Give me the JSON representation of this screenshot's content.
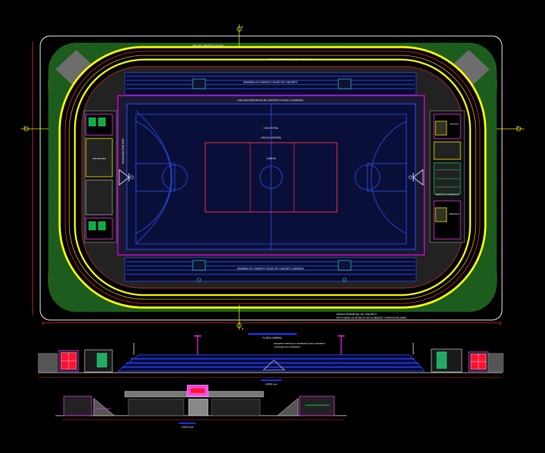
{
  "colors": {
    "background": "#000000",
    "boundary": "#ffffff",
    "track_outer": "#ffff00",
    "track_lane": "#ff0000",
    "grass": "#1f7a1f",
    "court_fill": "#0a0f3a",
    "court_border": "#ff00ff",
    "court_lines": "#3355ff",
    "volley_lines": "#ff3344",
    "stands": "#2233aa",
    "dimension": "#ff3333",
    "section_title": "#1b33ff"
  },
  "labels": {
    "top_note": "PISO DE CONCRETO PULIDO ESCARDADO",
    "top_note_small": "PISO DE CONCRETO PULIDO",
    "stand_top": "GRADERIA DE CONCRETO PULIDO DE CONCRETO",
    "court_top": "LOSA MULTIDEPORTIVA DE CONCRETO PULIDO COLOREADO",
    "court_left_vertical": "LOSA MULTIDEPORTIVA",
    "court_center_a": "LOSA FUTSAL",
    "court_center_b": "CIRCULO CENTRAL",
    "court_center_c": "CANCHA",
    "stand_bottom": "GRADERIA DE CONCRETO PULIDO DE CONCRETO GRADERIO",
    "left_room": "VESTIDORES",
    "right_room_a": "DUCHAS",
    "right_room_b": "SERVICIOS HIGIENICOS",
    "right_room_c": "DEPOSITO",
    "bottom_note_a": "VEREDA PERIMETRAL DE CONCRETO",
    "bottom_note_b": "VER PLANOS DE DETALLES DE ACABADOS Y ESPECIFICACIONES",
    "plan_title": "PLANTA GENERAL",
    "elev_note": "PARAPETO METALICO LUMINARIAS DE CONCRETO",
    "elev_note_b": "COLUMNA DE CONCRETO",
    "section_a_title": "ELEVACION",
    "section_a_label": "CORTE A-A",
    "section_b_label": "CORTE B-B",
    "north_mark": "N",
    "axis_left": "A",
    "axis_right": "A",
    "axis_bottom": "B"
  }
}
